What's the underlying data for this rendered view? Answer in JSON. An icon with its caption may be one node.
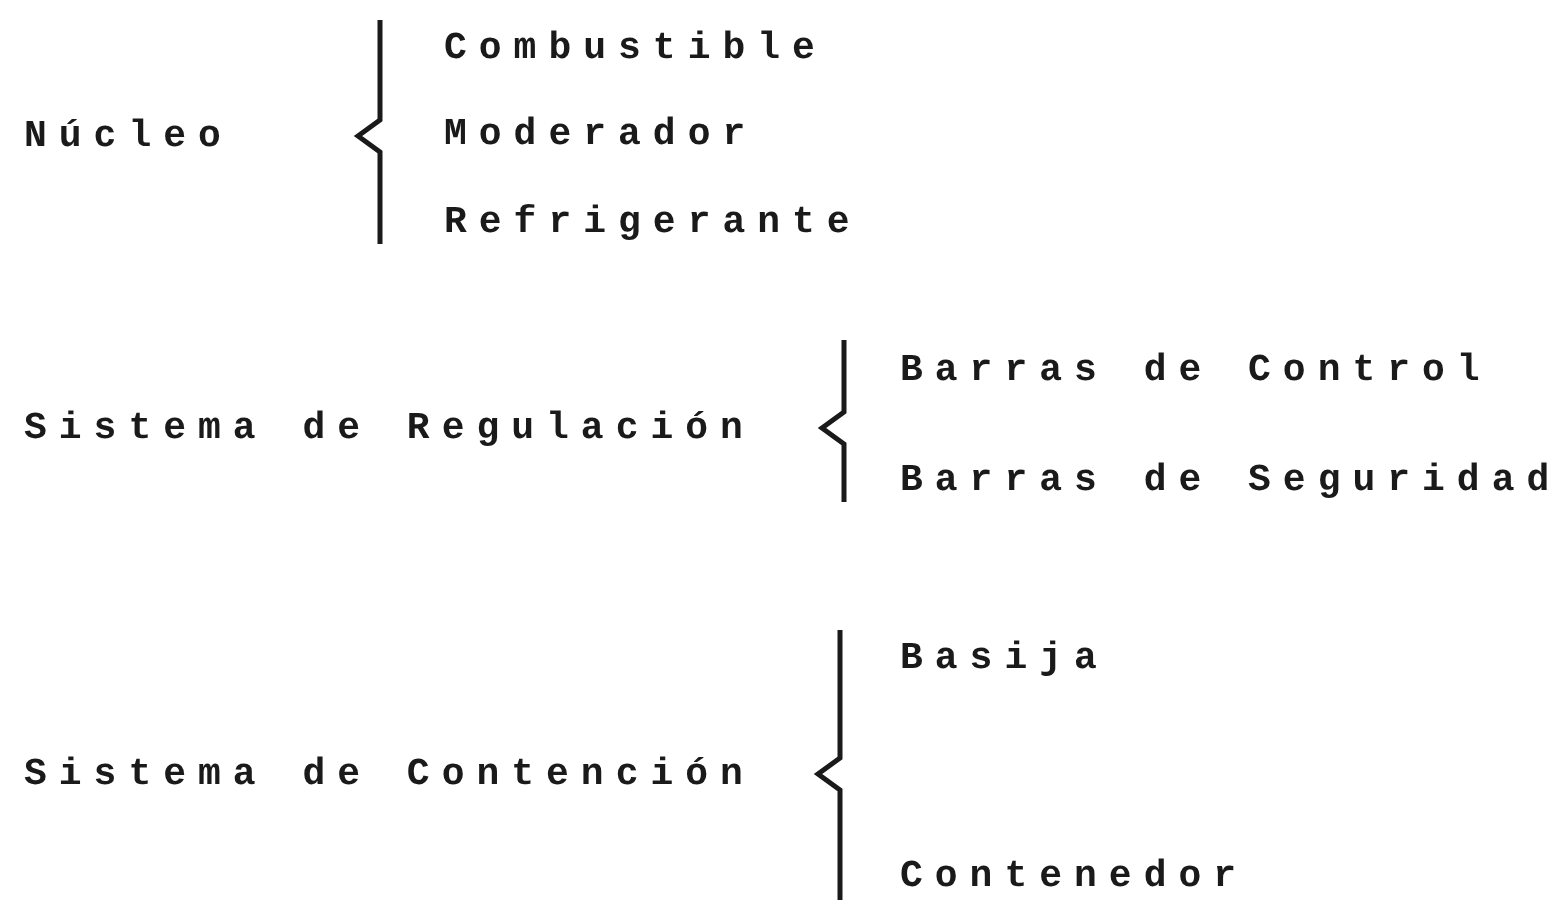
{
  "diagram": {
    "labels": [
      "Núcleo",
      "Combustible",
      "Moderador",
      "Refrigerante",
      "Sistema de Regulación",
      "Barras de Control",
      "Barras de Seguridad",
      "Sistema de Contención",
      "Basija",
      "Contenedor"
    ]
  }
}
